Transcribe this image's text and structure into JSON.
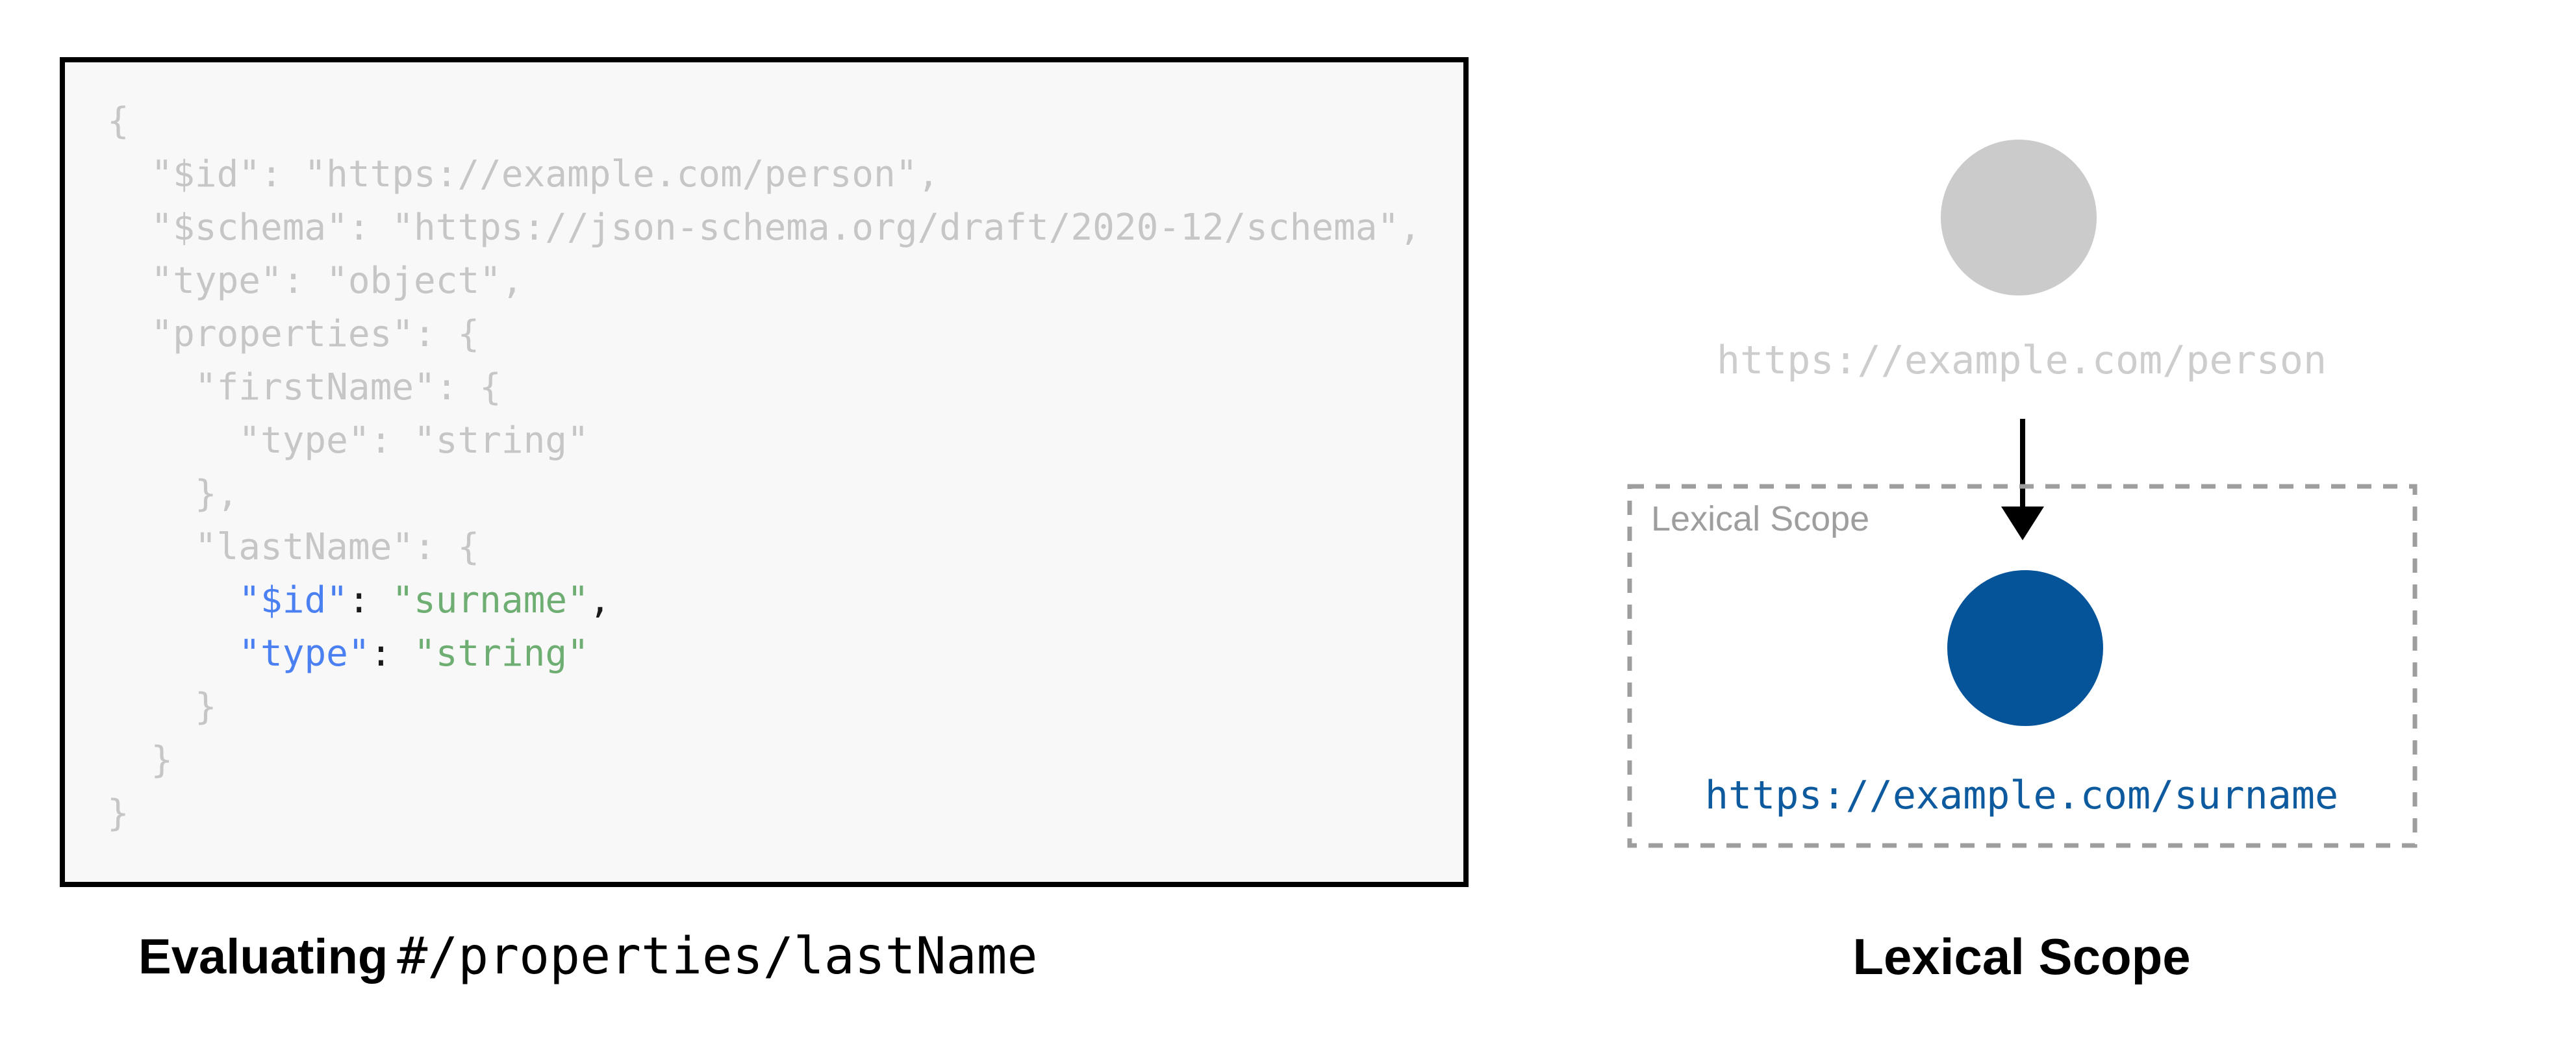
{
  "left_panel": {
    "caption_bold": "Evaluating",
    "caption_mono": "#/properties/lastName",
    "code_lines": [
      [
        {
          "t": "{",
          "c": "dim"
        }
      ],
      [
        {
          "t": "  \"$id\": \"https://example.com/person\",",
          "c": "dim"
        }
      ],
      [
        {
          "t": "  \"$schema\": \"https://json-schema.org/draft/2020-12/schema\",",
          "c": "dim"
        }
      ],
      [
        {
          "t": "  \"type\": \"object\",",
          "c": "dim"
        }
      ],
      [
        {
          "t": "  \"properties\": {",
          "c": "dim"
        }
      ],
      [
        {
          "t": "    \"firstName\": {",
          "c": "dim"
        }
      ],
      [
        {
          "t": "      \"type\": \"string\"",
          "c": "dim"
        }
      ],
      [
        {
          "t": "    },",
          "c": "dim"
        }
      ],
      [
        {
          "t": "    \"lastName\": {",
          "c": "dim"
        }
      ],
      [
        {
          "t": "      ",
          "c": "dim"
        },
        {
          "t": "\"$id\"",
          "c": "key"
        },
        {
          "t": ": ",
          "c": "punct"
        },
        {
          "t": "\"surname\"",
          "c": "str"
        },
        {
          "t": ",",
          "c": "punct"
        }
      ],
      [
        {
          "t": "      ",
          "c": "dim"
        },
        {
          "t": "\"type\"",
          "c": "key"
        },
        {
          "t": ": ",
          "c": "punct"
        },
        {
          "t": "\"string\"",
          "c": "str"
        }
      ],
      [
        {
          "t": "    }",
          "c": "dim"
        }
      ],
      [
        {
          "t": "  }",
          "c": "dim"
        }
      ],
      [
        {
          "t": "}",
          "c": "dim"
        }
      ]
    ]
  },
  "right_panel": {
    "parent_node_label": "https://example.com/person",
    "scope_title": "Lexical Scope",
    "child_node_label": "https://example.com/surname",
    "caption": "Lexical Scope"
  },
  "colors": {
    "panel_bg": "#f8f8f8",
    "code_dim": "#c6c6c6",
    "code_key": "#4a80f2",
    "code_string": "#6fae73",
    "code_punct": "#1a1a1a",
    "node_gray": "#cbcbcb",
    "label_gray": "#cdcdcd",
    "node_blue": "#05549a",
    "link_blue": "#0d5a9e",
    "scope_border": "#9e9e9e",
    "scope_title_gray": "#9e9e9e"
  }
}
